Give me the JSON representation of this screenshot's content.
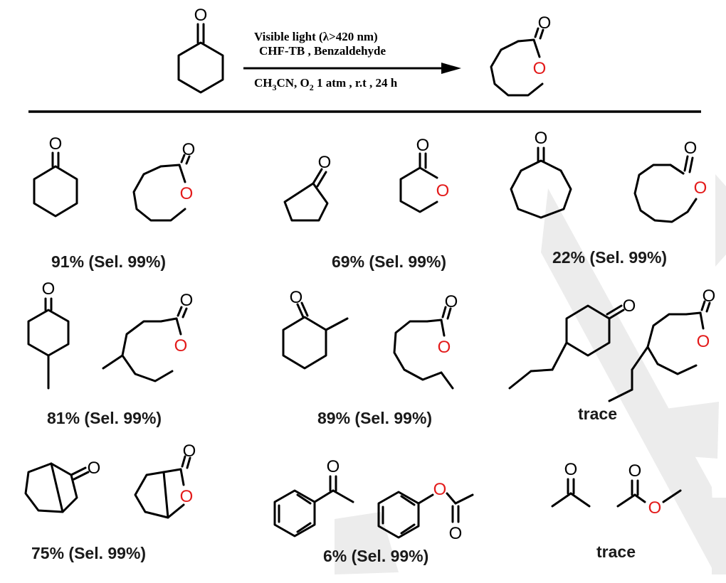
{
  "colors": {
    "carbonyl_oxygen": "#000000",
    "ring_oxygen": "#e31a1a",
    "bond": "#000000",
    "watermark": "#ececec"
  },
  "reaction": {
    "condition_line1": "Visible light (λ>420 nm)",
    "condition_line2": "CHF-TB , Benzaldehyde",
    "condition_line3_parts": [
      "CH",
      "3",
      "CN, O",
      "2",
      " 1 atm , r.t , 24 h"
    ]
  },
  "atom_label": "O",
  "substrates": [
    {
      "id": "cyclohexanone",
      "yield": "91% (Sel. 99%)"
    },
    {
      "id": "cyclopentanone",
      "yield": "69%  (Sel. 99%)"
    },
    {
      "id": "cycloheptanone",
      "yield": "22% (Sel. 99%)"
    },
    {
      "id": "4-methylcyclohexanone",
      "yield": "81% (Sel. 99%)"
    },
    {
      "id": "2-methylcyclohexanone",
      "yield": "89% (Sel. 99%)"
    },
    {
      "id": "4-propylcyclohexanone",
      "yield": "trace"
    },
    {
      "id": "norcamphor",
      "yield": "75% (Sel. 99%)"
    },
    {
      "id": "acetophenone",
      "yield": "6% (Sel. 99%)"
    },
    {
      "id": "acetone",
      "yield": "trace"
    }
  ]
}
